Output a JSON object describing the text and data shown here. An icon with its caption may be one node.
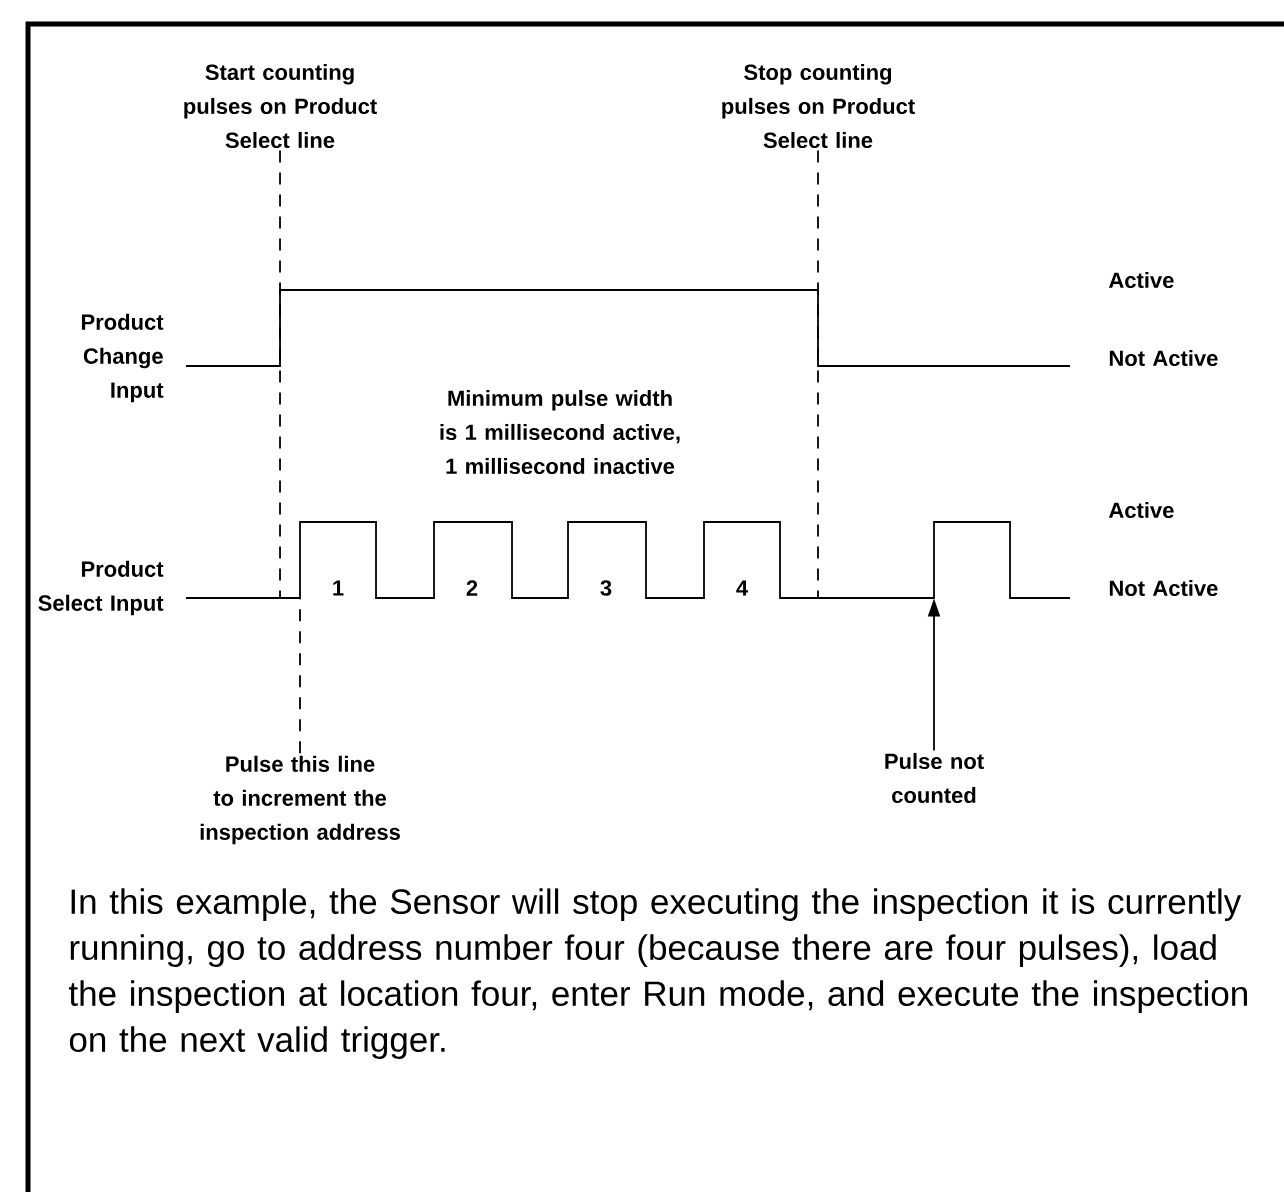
{
  "diagram": {
    "nodes": [
      {
        "text": [
          "Start counting pulses on Product Select line"
        ]
      },
      {
        "text": [
          "Stop counting pulses on Product Select line"
        ]
      },
      {
        "text": [
          "Pulse this line to increment the inspection address"
        ]
      },
      {
        "text": [
          "Pulse not counted"
        ]
      },
      {
        "text": [],
        "shape": "line"
      },
      {
        "text": [],
        "shape": "line"
      }
    ],
    "edges": [
      {
        "from": 0,
        "to": 5,
        "arrow": "none",
        "style": "dashed"
      },
      {
        "from": 1,
        "to": 5,
        "arrow": "none",
        "style": "dashed"
      },
      {
        "from": 2,
        "to": 5,
        "arrow": "none",
        "style": "dashed"
      },
      {
        "from": 3,
        "to": 5,
        "arrow": "to"
      }
    ],
    "labels": [
      "Active",
      "Product Change Input",
      "Not Active",
      "Minimum pulse width is 1 millisecond active, 1 millisecond inactive",
      "Active",
      "Product Select Input",
      "1",
      "2",
      "3",
      "4",
      "Not Active"
    ],
    "caption": "In this example, the Sensor will stop executing the inspection it is currently running, go to address number four (because there are four pulses), load the inspection at location four, enter Run mode, and execute the inspection on the next valid trigger."
  }
}
